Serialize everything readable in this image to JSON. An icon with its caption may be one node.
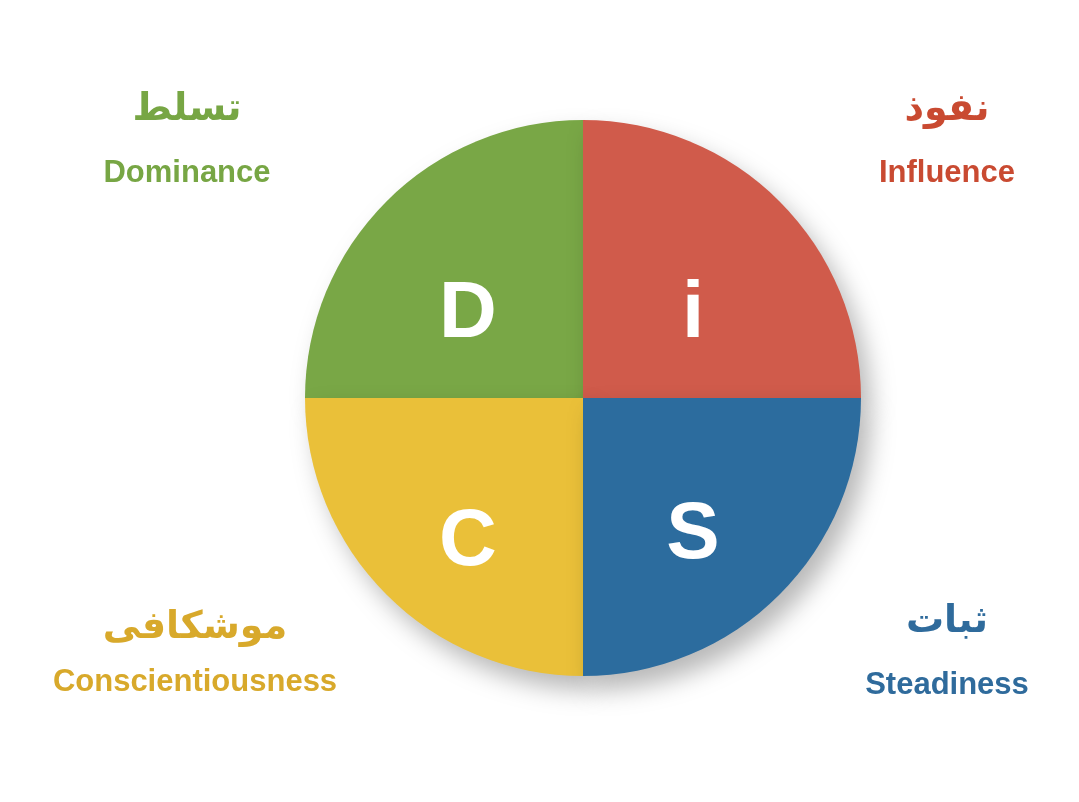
{
  "diagram": {
    "nodes": [
      {
        "text": [
          "D"
        ],
        "beside": [
          "تسلط",
          "Dominance"
        ]
      },
      {
        "text": [
          "i"
        ],
        "beside": [
          "نفوذ",
          "Influence"
        ]
      },
      {
        "text": [
          "C"
        ],
        "beside": [
          "موشکافی",
          "Conscientiousness"
        ]
      },
      {
        "text": [
          "S"
        ],
        "beside": [
          "ثبات",
          "Steadiness"
        ]
      }
    ]
  }
}
